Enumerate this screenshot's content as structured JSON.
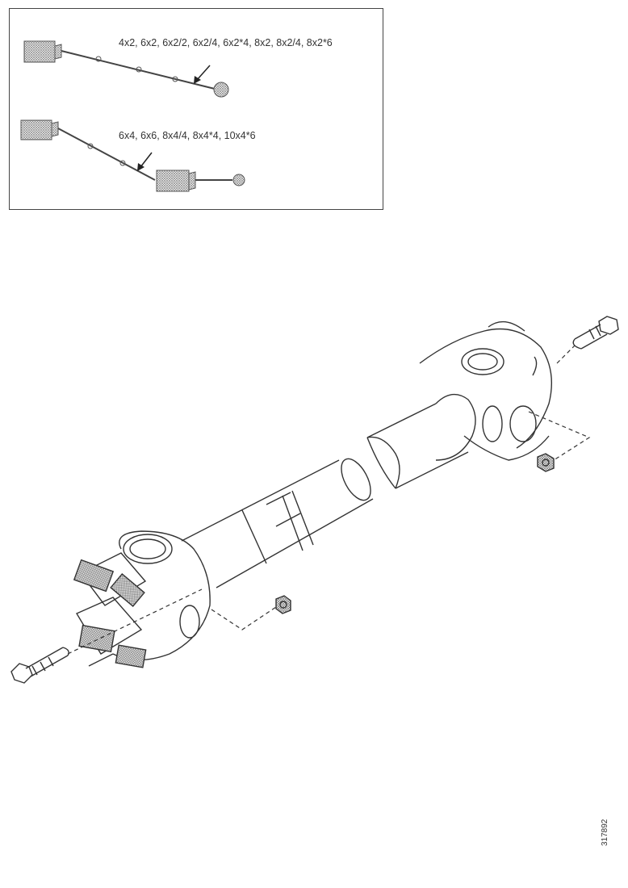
{
  "inset": {
    "variant_labels": [
      "4x2, 6x2, 6x2/2, 6x2/4, 6x2*4, 8x2, 8x2/4, 8x2*6",
      "6x4, 6x6, 8x4/4, 8x4*4, 10x4*6"
    ]
  },
  "figure_code": "317892",
  "colors": {
    "line": "#333333",
    "hatch": "#777777",
    "paper": "#ffffff"
  }
}
